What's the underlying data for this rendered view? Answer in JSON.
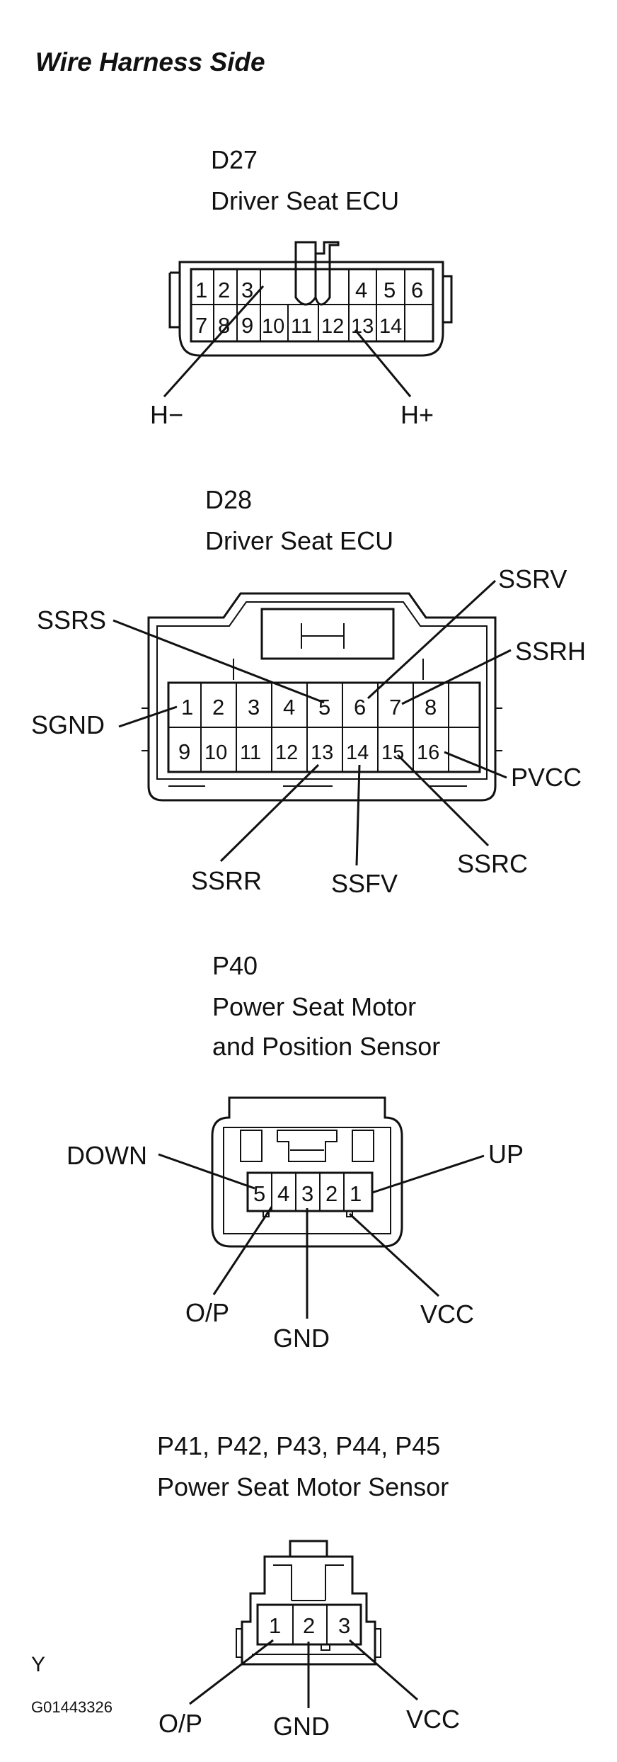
{
  "title": "Wire Harness Side",
  "figure_id": "G01443326",
  "corner_mark": "Y",
  "d27": {
    "code": "D27",
    "name": "Driver Seat ECU",
    "pins": [
      "1",
      "2",
      "3",
      "4",
      "5",
      "6",
      "7",
      "8",
      "9",
      "10",
      "11",
      "12",
      "13",
      "14"
    ],
    "h_minus": "H−",
    "h_plus": "H+"
  },
  "d28": {
    "code": "D28",
    "name": "Driver Seat ECU",
    "pins": [
      "1",
      "2",
      "3",
      "4",
      "5",
      "6",
      "7",
      "8",
      "9",
      "10",
      "11",
      "12",
      "13",
      "14",
      "15",
      "16"
    ],
    "ssrs": "SSRS",
    "ssrv": "SSRV",
    "ssrh": "SSRH",
    "sgnd": "SGND",
    "pvcc": "PVCC",
    "ssrr": "SSRR",
    "ssfv": "SSFV",
    "ssrc": "SSRC"
  },
  "p40": {
    "code": "P40",
    "name_line1": "Power Seat Motor",
    "name_line2": "and Position Sensor",
    "pins": [
      "5",
      "4",
      "3",
      "2",
      "1"
    ],
    "down": "DOWN",
    "up": "UP",
    "op": "O/P",
    "gnd": "GND",
    "vcc": "VCC"
  },
  "p41": {
    "code": "P41, P42, P43, P44, P45",
    "name": "Power Seat Motor Sensor",
    "pins": [
      "1",
      "2",
      "3"
    ],
    "op": "O/P",
    "gnd": "GND",
    "vcc": "VCC"
  }
}
